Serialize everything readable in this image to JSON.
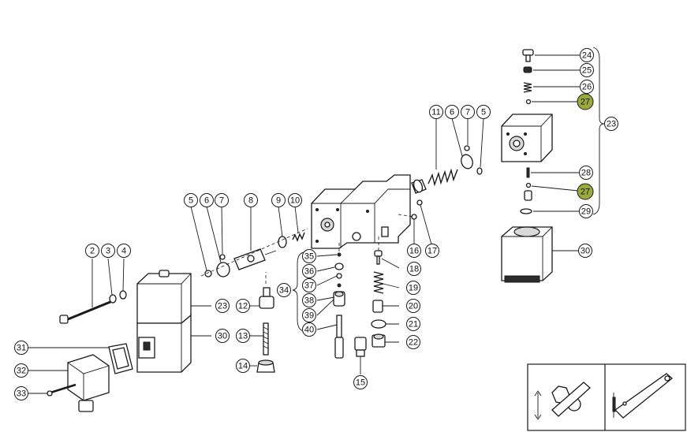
{
  "diagram": {
    "type": "exploded-parts-view",
    "highlight_color": "#9aab3c",
    "callouts": [
      {
        "id": "c24",
        "label": "24"
      },
      {
        "id": "c25",
        "label": "25"
      },
      {
        "id": "c26",
        "label": "26"
      },
      {
        "id": "c27a",
        "label": "27",
        "highlight": true
      },
      {
        "id": "c23b",
        "label": "23"
      },
      {
        "id": "c28",
        "label": "28"
      },
      {
        "id": "c27b",
        "label": "27",
        "highlight": true
      },
      {
        "id": "c29",
        "label": "29"
      },
      {
        "id": "c30b",
        "label": "30"
      },
      {
        "id": "c11",
        "label": "11"
      },
      {
        "id": "c6b",
        "label": "6"
      },
      {
        "id": "c7b",
        "label": "7"
      },
      {
        "id": "c5b",
        "label": "5"
      },
      {
        "id": "c5a",
        "label": "5"
      },
      {
        "id": "c6a",
        "label": "6"
      },
      {
        "id": "c7a",
        "label": "7"
      },
      {
        "id": "c8",
        "label": "8"
      },
      {
        "id": "c9",
        "label": "9"
      },
      {
        "id": "c10",
        "label": "10"
      },
      {
        "id": "c16",
        "label": "16"
      },
      {
        "id": "c17",
        "label": "17"
      },
      {
        "id": "c18",
        "label": "18"
      },
      {
        "id": "c19",
        "label": "19"
      },
      {
        "id": "c20",
        "label": "20"
      },
      {
        "id": "c21",
        "label": "21"
      },
      {
        "id": "c22",
        "label": "22"
      },
      {
        "id": "c15",
        "label": "15"
      },
      {
        "id": "c35",
        "label": "35"
      },
      {
        "id": "c36",
        "label": "36"
      },
      {
        "id": "c37",
        "label": "37"
      },
      {
        "id": "c38",
        "label": "38"
      },
      {
        "id": "c39",
        "label": "39"
      },
      {
        "id": "c40",
        "label": "40"
      },
      {
        "id": "c34",
        "label": "34"
      },
      {
        "id": "c12",
        "label": "12"
      },
      {
        "id": "c13",
        "label": "13"
      },
      {
        "id": "c14",
        "label": "14"
      },
      {
        "id": "c2",
        "label": "2"
      },
      {
        "id": "c3",
        "label": "3"
      },
      {
        "id": "c4",
        "label": "4"
      },
      {
        "id": "c23a",
        "label": "23"
      },
      {
        "id": "c30a",
        "label": "30"
      },
      {
        "id": "c31",
        "label": "31"
      },
      {
        "id": "c32",
        "label": "32"
      },
      {
        "id": "c33",
        "label": "33"
      }
    ]
  }
}
